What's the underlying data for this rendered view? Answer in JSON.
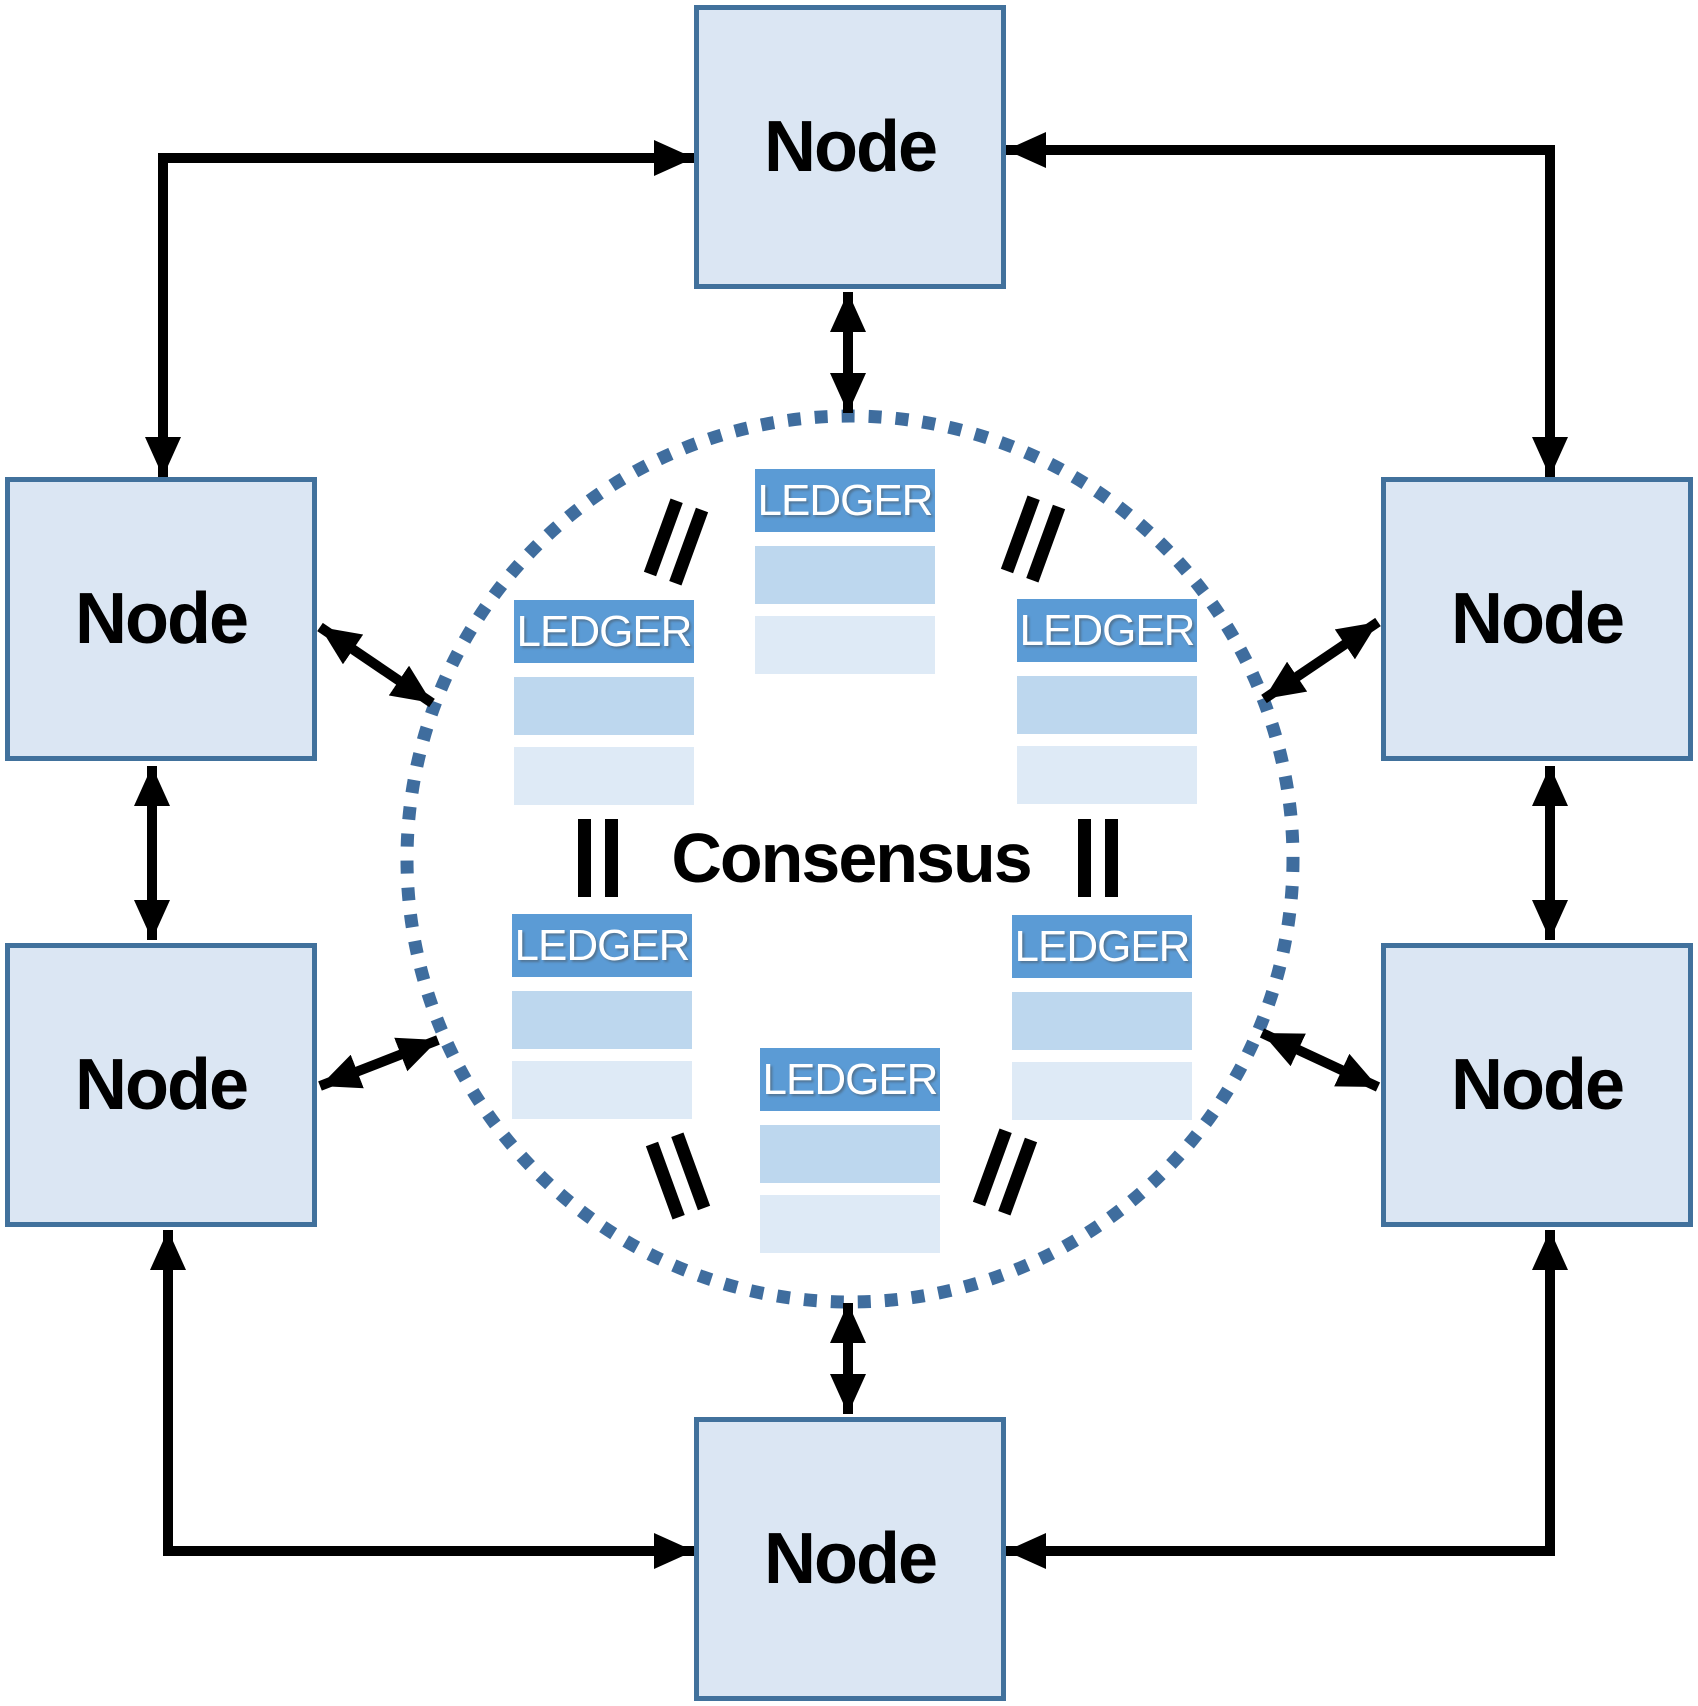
{
  "diagram": {
    "type": "peer-to-peer distributed ledger consensus network",
    "consensus": {
      "label": "Consensus"
    },
    "equals_symbol": "=",
    "nodes": [
      {
        "id": "top",
        "label": "Node"
      },
      {
        "id": "left-upper",
        "label": "Node"
      },
      {
        "id": "right-upper",
        "label": "Node"
      },
      {
        "id": "left-lower",
        "label": "Node"
      },
      {
        "id": "right-lower",
        "label": "Node"
      },
      {
        "id": "bottom",
        "label": "Node"
      }
    ],
    "ledgers": [
      {
        "id": "top-center",
        "title": "LEDGER",
        "rows": 2
      },
      {
        "id": "upper-left",
        "title": "LEDGER",
        "rows": 2
      },
      {
        "id": "upper-right",
        "title": "LEDGER",
        "rows": 2
      },
      {
        "id": "lower-left",
        "title": "LEDGER",
        "rows": 2
      },
      {
        "id": "lower-right",
        "title": "LEDGER",
        "rows": 2
      },
      {
        "id": "bottom-center",
        "title": "LEDGER",
        "rows": 2
      }
    ],
    "colors": {
      "node_fill": "#dbe6f3",
      "node_border": "#41719c",
      "ledger_header": "#5b9bd5",
      "ledger_row_medium": "#bdd7ee",
      "ledger_row_light": "#deeaf6",
      "circle_dot": "#3f6d9e",
      "arrow": "#000000"
    }
  }
}
